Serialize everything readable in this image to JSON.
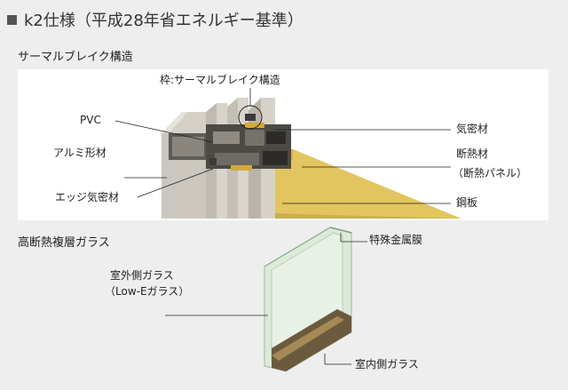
{
  "title": "k2仕様（平成28年省エネルギー基準）",
  "sections": {
    "thermal_break": "サーマルブレイク構造",
    "glass": "高断熱複層ガラス"
  },
  "frame_labels": {
    "frame_thermal_break": "枠:サーマルブレイク構造",
    "pvc": "PVC",
    "aluminum": "アルミ形材",
    "edge_seal": "エッジ気密材",
    "airtight": "気密材",
    "insulation": "断熱材",
    "insulation_sub": "（断熱パネル）",
    "steel_plate": "鋼板"
  },
  "glass_labels": {
    "metal_film": "特殊金属膜",
    "outer_glass": "室外側ガラス",
    "outer_glass_sub": "（Low-Eガラス）",
    "inner_glass": "室内側ガラス"
  },
  "colors": {
    "background": "#eeeeee",
    "panel": "#ffffff",
    "aluminum": "#c9c5bc",
    "aluminum_dark": "#6a675f",
    "insulation": "#e8cf6a",
    "glass": "#cfe3d2",
    "frame_dark": "#3a3a3a"
  }
}
